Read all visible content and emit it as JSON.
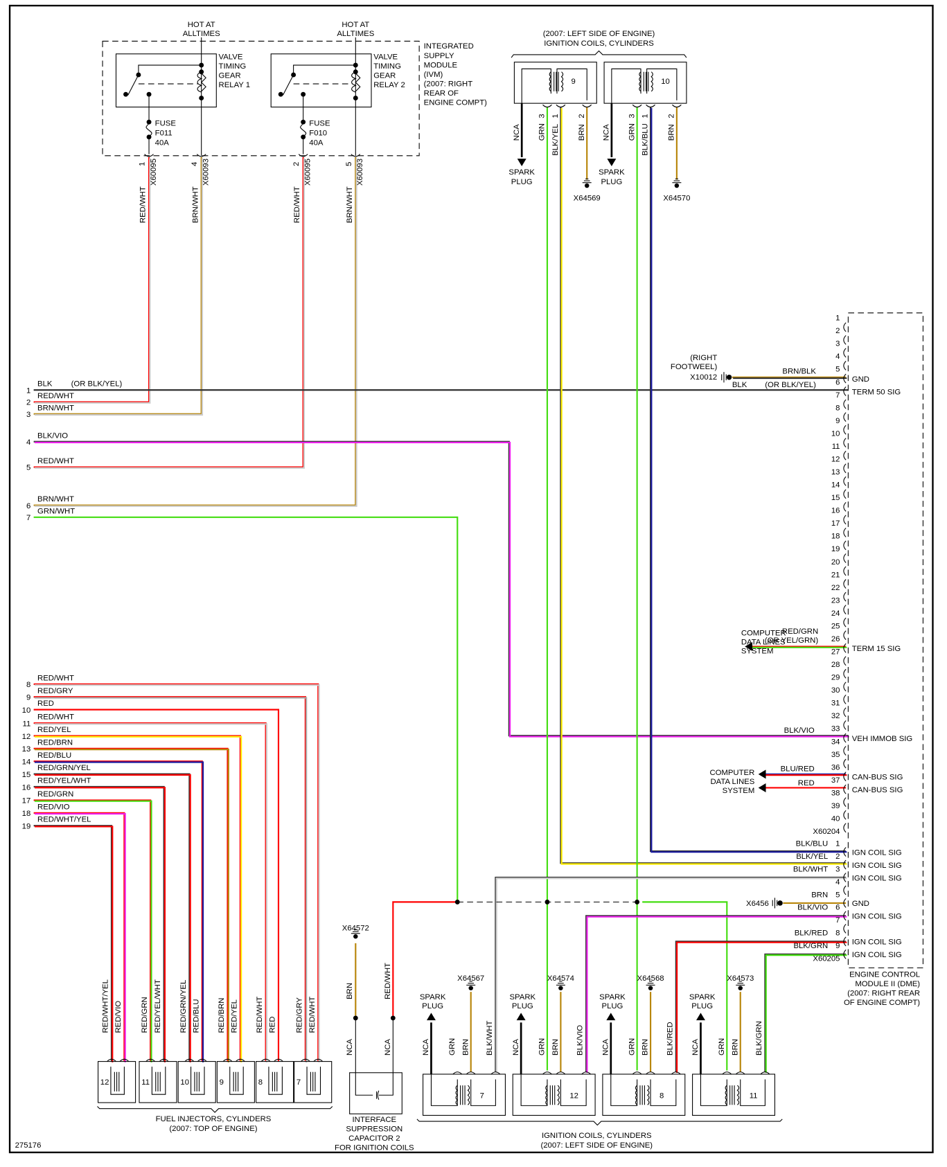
{
  "diagram_id": "275176",
  "colors": {
    "RED": "#ff0000",
    "BRN": "#b8860b",
    "BLK": "#333333",
    "GRN": "#44dd11",
    "BLU": "#1a1aa0",
    "YEL": "#ffee00",
    "VIO": "#ee22ee",
    "GRY": "#aaaaaa",
    "WHT": "#ffffff"
  },
  "ivm": {
    "title_lines": [
      "INTEGRATED",
      "SUPPLY",
      "MODULE",
      "(IVM)",
      "(2007: RIGHT",
      "REAR OF",
      "ENGINE COMPT)"
    ],
    "hot_label_lines": [
      "HOT AT",
      "ALLTIMES"
    ],
    "relays": [
      {
        "name_lines": [
          "VALVE",
          "TIMING",
          "GEAR",
          "RELAY 1"
        ],
        "fuse_lines": [
          "FUSE",
          "F011",
          "40A"
        ],
        "pins": [
          {
            "pin": "1",
            "conn": "X60095",
            "color": "RED/WHT"
          },
          {
            "pin": "4",
            "conn": "X60093",
            "color": "BRN/WHT"
          }
        ]
      },
      {
        "name_lines": [
          "VALVE",
          "TIMING",
          "GEAR",
          "RELAY 2"
        ],
        "fuse_lines": [
          "FUSE",
          "F010",
          "40A"
        ],
        "pins": [
          {
            "pin": "2",
            "conn": "X60095",
            "color": "RED/WHT"
          },
          {
            "pin": "5",
            "conn": "X60093",
            "color": "BRN/WHT"
          }
        ]
      }
    ]
  },
  "top_coils": {
    "title_lines": [
      "(2007: LEFT SIDE OF ENGINE)",
      "IGNITION COILS, CYLINDERS"
    ],
    "coils": [
      {
        "cyl": "9",
        "pins": [
          {
            "label": "NCA",
            "pin": ""
          },
          {
            "label": "GRN",
            "pin": "3"
          },
          {
            "label": "BLK/YEL",
            "pin": "1"
          },
          {
            "label": "BRN",
            "pin": "2"
          }
        ],
        "ground": "X64569",
        "spark": [
          "SPARK",
          "PLUG"
        ]
      },
      {
        "cyl": "10",
        "pins": [
          {
            "label": "NCA",
            "pin": ""
          },
          {
            "label": "GRN",
            "pin": "3"
          },
          {
            "label": "BLK/BLU",
            "pin": "1"
          },
          {
            "label": "BRN",
            "pin": "2"
          }
        ],
        "ground": "X64570",
        "spark": [
          "SPARK",
          "PLUG"
        ]
      }
    ]
  },
  "left_lines": [
    {
      "num": "1",
      "label": "BLK",
      "note": "(OR BLK/YEL)"
    },
    {
      "num": "2",
      "label": "RED/WHT"
    },
    {
      "num": "3",
      "label": "BRN/WHT"
    },
    {
      "num": "4",
      "label": "BLK/VIO"
    },
    {
      "num": "5",
      "label": "RED/WHT"
    },
    {
      "num": "6",
      "label": "BRN/WHT"
    },
    {
      "num": "7",
      "label": "GRN/WHT"
    },
    {
      "num": "8",
      "label": "RED/WHT"
    },
    {
      "num": "9",
      "label": "RED/GRY"
    },
    {
      "num": "10",
      "label": "RED"
    },
    {
      "num": "11",
      "label": "RED/WHT"
    },
    {
      "num": "12",
      "label": "RED/YEL"
    },
    {
      "num": "13",
      "label": "RED/BRN"
    },
    {
      "num": "14",
      "label": "RED/BLU"
    },
    {
      "num": "15",
      "label": "RED/GRN/YEL"
    },
    {
      "num": "16",
      "label": "RED/YEL/WHT"
    },
    {
      "num": "17",
      "label": "RED/GRN"
    },
    {
      "num": "18",
      "label": "RED/VIO"
    },
    {
      "num": "19",
      "label": "RED/WHT/YEL"
    }
  ],
  "ecm": {
    "title_lines": [
      "ENGINE CONTROL",
      "MODULE II (DME)",
      "(2007: RIGHT REAR",
      "OF ENGINE COMPT)"
    ],
    "connector_a": "X60204",
    "connector_b": "X60205",
    "pins_a_count": 40,
    "pins_a_labels": {
      "5": "GND",
      "6": "TERM 50 SIG",
      "26": "TERM 15 SIG",
      "33": "VEH IMMOB SIG",
      "36": "CAN-BUS SIG",
      "37": "CAN-BUS SIG"
    },
    "pins_a_wires": {
      "5": "BRN/BLK",
      "6": "BLK",
      "6_note": "(OR BLK/YEL)",
      "26": "RED/GRN",
      "26_note": "(OR YEL/GRN)",
      "33": "BLK/VIO",
      "36": "BLU/RED",
      "37": "RED"
    },
    "pins_b": [
      {
        "pin": "1",
        "wire": "BLK/BLU",
        "label": "IGN COIL SIG"
      },
      {
        "pin": "2",
        "wire": "BLK/YEL",
        "label": "IGN COIL SIG"
      },
      {
        "pin": "3",
        "wire": "BLK/WHT",
        "label": "IGN COIL SIG"
      },
      {
        "pin": "4",
        "wire": "",
        "label": ""
      },
      {
        "pin": "5",
        "wire": "BRN",
        "label": "GND"
      },
      {
        "pin": "6",
        "wire": "BLK/VIO",
        "label": "IGN COIL SIG"
      },
      {
        "pin": "7",
        "wire": "",
        "label": ""
      },
      {
        "pin": "8",
        "wire": "BLK/RED",
        "label": "IGN COIL SIG"
      },
      {
        "pin": "9",
        "wire": "BLK/GRN",
        "label": "IGN COIL SIG"
      }
    ],
    "ground_a": {
      "loc_lines": [
        "(RIGHT",
        "FOOTWEEL)"
      ],
      "id": "X10012"
    },
    "ground_b": {
      "id": "X6456"
    },
    "computer_data_lines": [
      "COMPUTER",
      "DATA LINES",
      "SYSTEM"
    ]
  },
  "injectors": {
    "title_lines": [
      "FUEL INJECTORS, CYLINDERS",
      "(2007: TOP OF ENGINE)"
    ],
    "items": [
      {
        "cyl": "12",
        "pin2": "RED/WHT/YEL",
        "pin1": "RED/VIO"
      },
      {
        "cyl": "11",
        "pin1": "RED/GRN",
        "pin2": "RED/YEL/WHT"
      },
      {
        "cyl": "10",
        "pin2": "RED/GRN/YEL",
        "pin1": "RED/BLU"
      },
      {
        "cyl": "9",
        "pin2": "RED/BRN",
        "pin1": "RED/YEL"
      },
      {
        "cyl": "8",
        "pin2": "RED/WHT",
        "pin1": "RED"
      },
      {
        "cyl": "7",
        "pin2": "RED/GRY",
        "pin1": "RED/WHT"
      }
    ]
  },
  "capacitor": {
    "title_lines": [
      "INTERFACE",
      "SUPPRESSION",
      "CAPACITOR 2",
      "FOR IGNITION COILS"
    ],
    "ground": "X64572",
    "wires": [
      "BRN",
      "RED/WHT"
    ],
    "pin_labels": [
      "NCA",
      "NCA"
    ]
  },
  "bottom_coils": {
    "title_lines": [
      "IGNITION COILS, CYLINDERS",
      "(2007: LEFT SIDE OF ENGINE)"
    ],
    "coils": [
      {
        "cyl": "7",
        "ground": "X64567",
        "sig": "BLK/WHT"
      },
      {
        "cyl": "12",
        "ground": "X64574",
        "sig": "BLK/VIO"
      },
      {
        "cyl": "8",
        "ground": "X64568",
        "sig": "BLK/RED"
      },
      {
        "cyl": "11",
        "ground": "X64573",
        "sig": "BLK/GRN"
      }
    ],
    "pin_labels": {
      "nca": "NCA",
      "grn": "GRN",
      "brn": "BRN"
    },
    "spark": [
      "SPARK",
      "PLUG"
    ]
  }
}
